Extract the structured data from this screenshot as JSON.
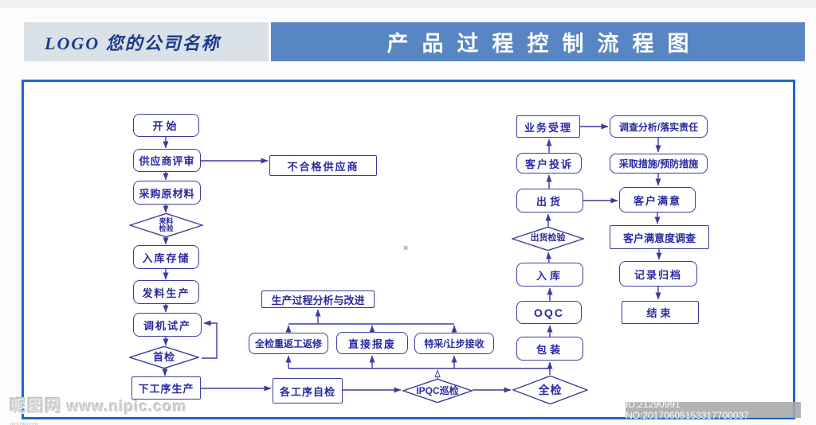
{
  "header": {
    "logo_text": "LOGO 您的公司名称",
    "title": "产品过程控制流程图"
  },
  "flowchart": {
    "nodes": {
      "start": "开始",
      "supplier_review": "供应商评审",
      "unqualified_supplier": "不合格供应商",
      "purchase": "采购原材料",
      "incoming_inspection_l1": "来料",
      "incoming_inspection_l2": "检验",
      "warehouse_storage": "入库存储",
      "material_issue": "发料生产",
      "trial_production": "调机试产",
      "first_inspection": "首检",
      "next_process": "下工序生产",
      "self_inspection": "各工序自检",
      "ipqc": "IPQC巡检",
      "full_inspection": "全检",
      "process_analysis": "生产过程分析与改进",
      "rework": "全检重返工返修",
      "scrap": "直接报废",
      "concession": "特采/让步接收",
      "packing": "包装",
      "oqc": "OQC",
      "inbound": "入库",
      "shipping_inspection": "出货检验",
      "shipping": "出货",
      "complaint": "客户投诉",
      "service": "业务受理",
      "investigation": "调查分析/落实责任",
      "measures": "采取措施/预防措施",
      "satisfaction": "客户满意",
      "satisfaction_survey": "客户满意度调查",
      "records": "记录归档",
      "end": "结束"
    },
    "stray_mark": "×"
  },
  "watermark": {
    "site_name": "昵图网",
    "site_url": "www.nipic.com",
    "id_text": "ID:21290991 NO:20170605153317700037"
  },
  "colors": {
    "header_band_blue": "#5886c3",
    "header_left_bg": "#dae2e7",
    "logo_text_blue": "#1c3a8c",
    "flow_line_indigo": "#3c3c9e",
    "node_text_blue": "#2a2aa0",
    "canvas_border_blue": "#1e68c8",
    "watermark_gray": "#d2d2d2",
    "idbar_gray": "#a9a9a9"
  }
}
